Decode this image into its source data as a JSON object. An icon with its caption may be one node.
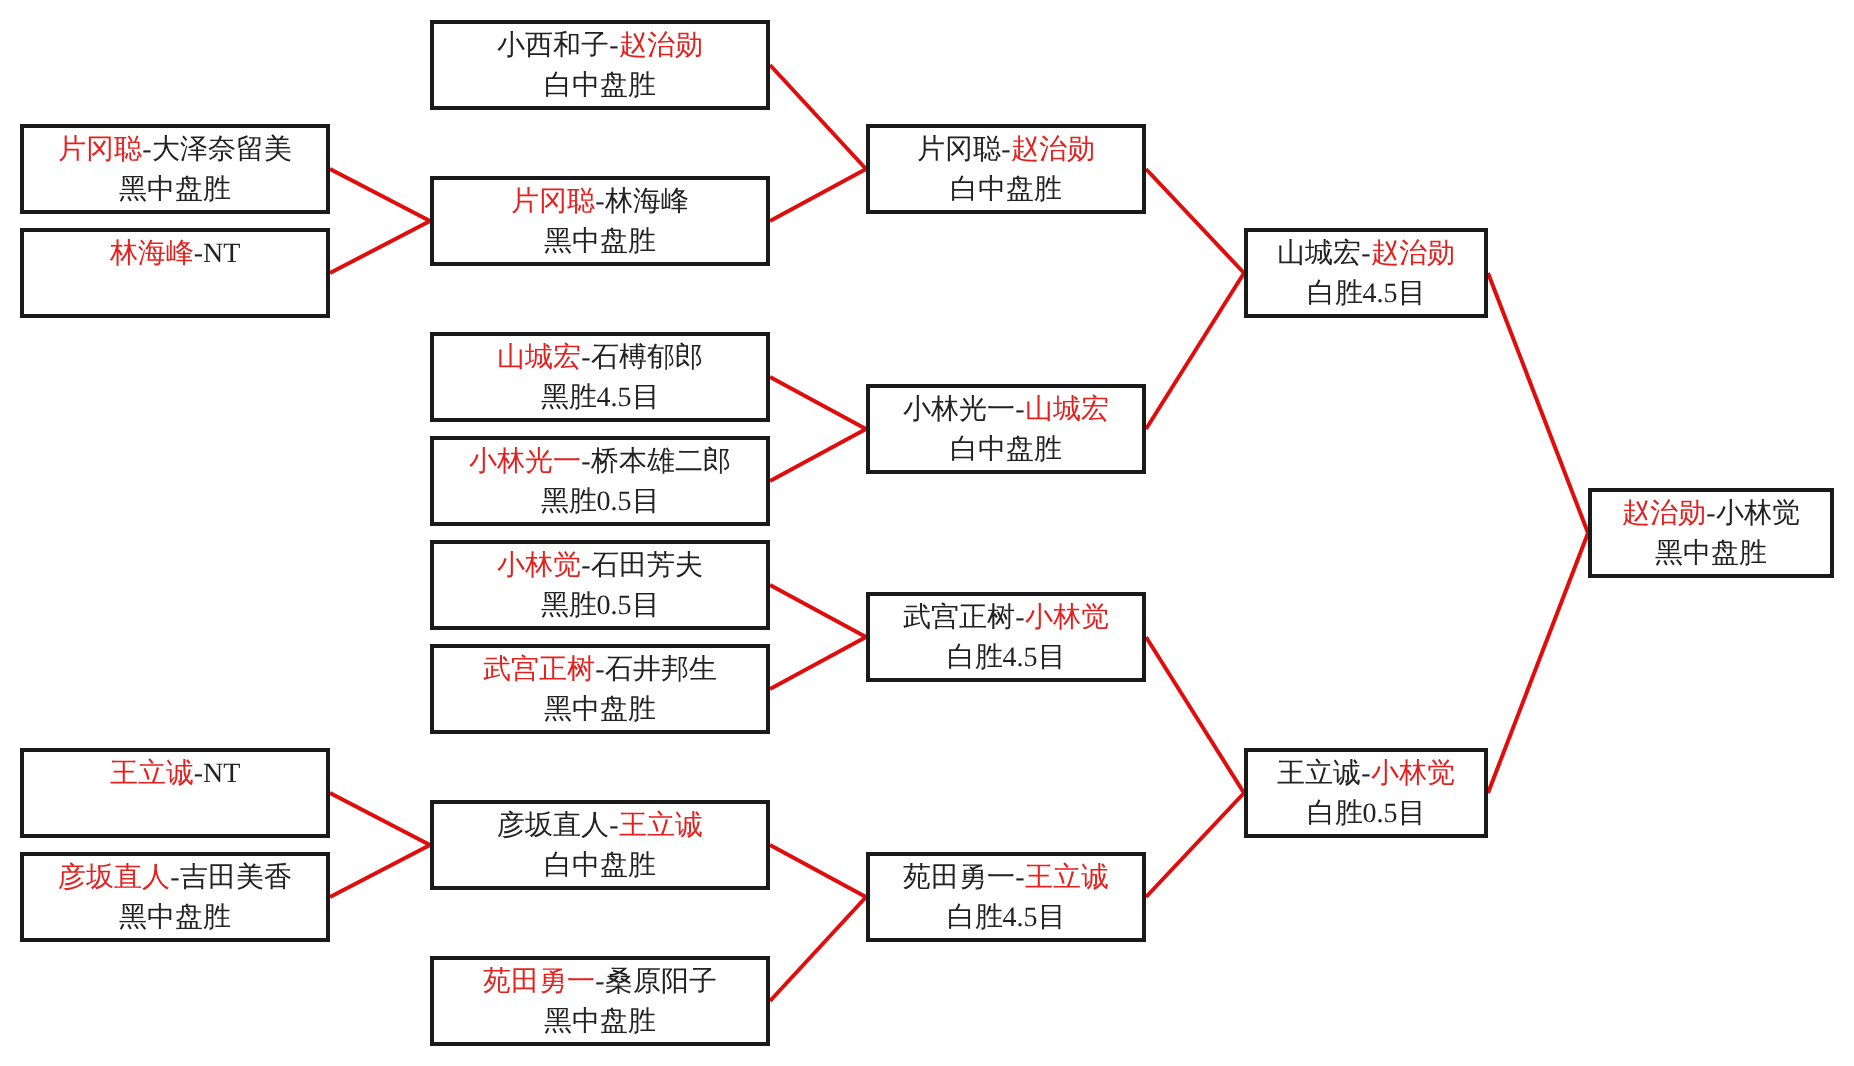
{
  "diagram": {
    "nodes": [
      {
        "text": [
          "**片冈聪**-大泽奈留美",
          "黑中盘胜"
        ]
      },
      {
        "text": [
          "**林海峰**-NT"
        ]
      },
      {
        "text": [
          "**王立诚**-NT"
        ]
      },
      {
        "text": [
          "**彦坂直人**-吉田美香",
          "黑中盘胜"
        ]
      },
      {
        "text": [
          "小西和子-**赵治勋**",
          "白中盘胜"
        ]
      },
      {
        "text": [
          "**片冈聪**-林海峰",
          "黑中盘胜"
        ]
      },
      {
        "text": [
          "**山城宏**-石榑郁郎",
          "黑胜4.5目"
        ]
      },
      {
        "text": [
          "**小林光一**-桥本雄二郎",
          "黑胜0.5目"
        ]
      },
      {
        "text": [
          "**小林觉**-石田芳夫",
          "黑胜0.5目"
        ]
      },
      {
        "text": [
          "**武宫正树**-石井邦生",
          "黑中盘胜"
        ]
      },
      {
        "text": [
          "彦坂直人-**王立诚**",
          "白中盘胜"
        ]
      },
      {
        "text": [
          "**苑田勇一**-桑原阳子",
          "黑中盘胜"
        ]
      },
      {
        "text": [
          "片冈聪-**赵治勋**",
          "白中盘胜"
        ]
      },
      {
        "text": [
          "小林光一-**山城宏**",
          "白中盘胜"
        ]
      },
      {
        "text": [
          "武宫正树-**小林觉**",
          "白胜4.5目"
        ]
      },
      {
        "text": [
          "苑田勇一-**王立诚**",
          "白胜4.5目"
        ]
      },
      {
        "text": [
          "山城宏-**赵治勋**",
          "白胜4.5目"
        ]
      },
      {
        "text": [
          "王立诚-**小林觉**",
          "白胜0.5目"
        ]
      },
      {
        "text": [
          "**赵治勋**-小林觉",
          "黑中盘胜"
        ]
      }
    ],
    "edges": [
      {
        "from": 0,
        "to": 5,
        "arrow": "none"
      },
      {
        "from": 1,
        "to": 5,
        "arrow": "none"
      },
      {
        "from": 2,
        "to": 10,
        "arrow": "none"
      },
      {
        "from": 3,
        "to": 10,
        "arrow": "none"
      },
      {
        "from": 4,
        "to": 12,
        "arrow": "none"
      },
      {
        "from": 5,
        "to": 12,
        "arrow": "none"
      },
      {
        "from": 6,
        "to": 13,
        "arrow": "none"
      },
      {
        "from": 7,
        "to": 13,
        "arrow": "none"
      },
      {
        "from": 8,
        "to": 14,
        "arrow": "none"
      },
      {
        "from": 9,
        "to": 14,
        "arrow": "none"
      },
      {
        "from": 10,
        "to": 15,
        "arrow": "none"
      },
      {
        "from": 11,
        "to": 15,
        "arrow": "none"
      },
      {
        "from": 12,
        "to": 16,
        "arrow": "none"
      },
      {
        "from": 13,
        "to": 16,
        "arrow": "none"
      },
      {
        "from": 14,
        "to": 17,
        "arrow": "none"
      },
      {
        "from": 15,
        "to": 17,
        "arrow": "none"
      },
      {
        "from": 16,
        "to": 18,
        "arrow": "none"
      },
      {
        "from": 17,
        "to": 18,
        "arrow": "none"
      }
    ]
  }
}
